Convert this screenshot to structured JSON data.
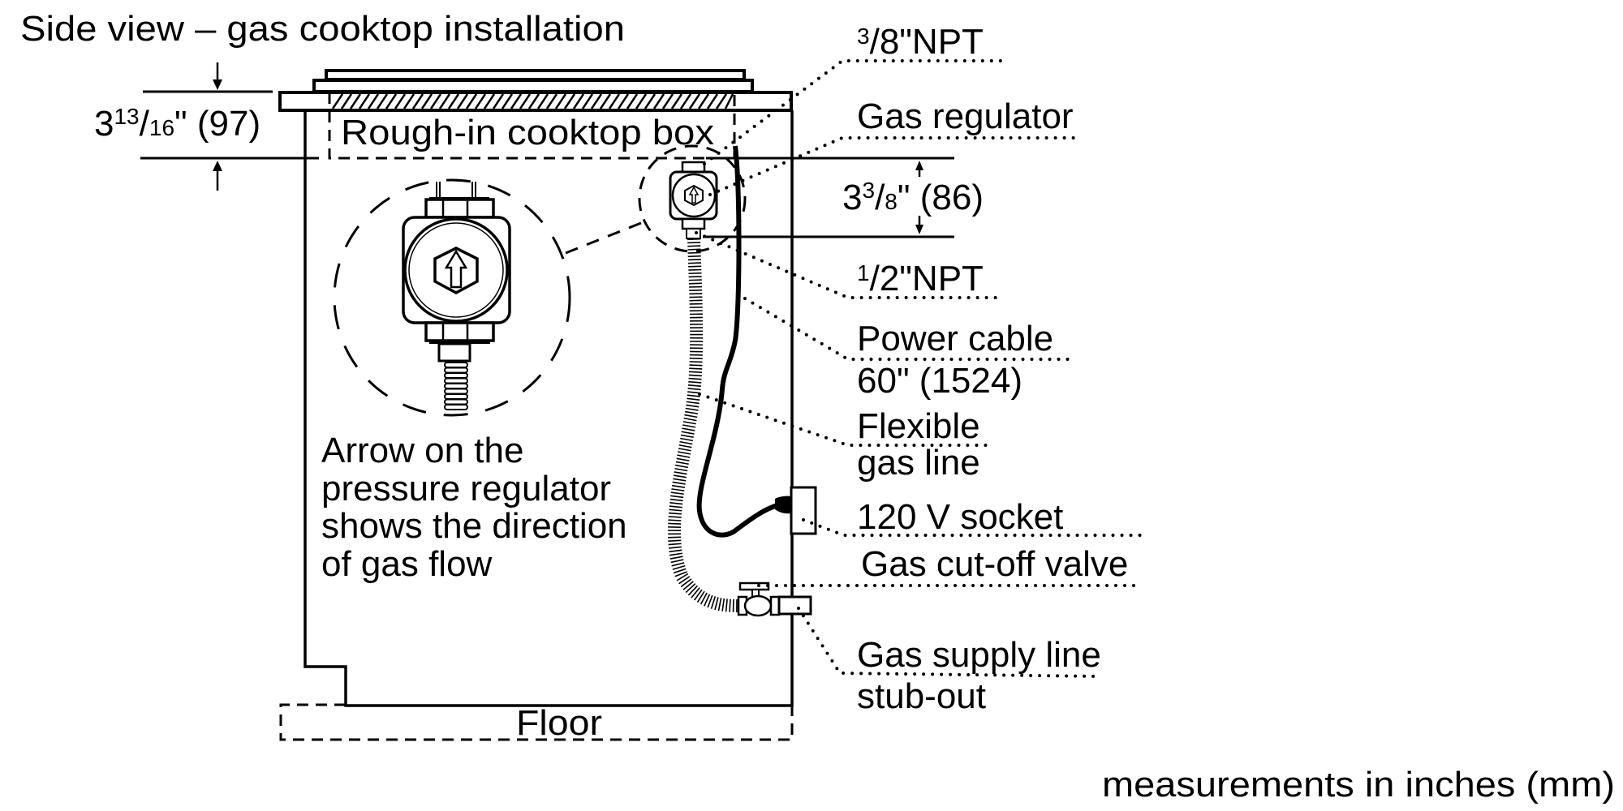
{
  "title": "Side view – gas cooktop installation",
  "footer_note": "measurements in inches (mm)",
  "dimensions": {
    "cutout_depth": {
      "whole": "3",
      "num": "13",
      "den": "16",
      "rest": "\" (97)"
    },
    "regulator_height": {
      "whole": "3",
      "num": "3",
      "den": "8",
      "rest": "\" (86)"
    }
  },
  "labels": {
    "rough_in_box": "Rough-in cooktop box",
    "npt_top": {
      "num": "3",
      "den": "8",
      "rest": "\"NPT"
    },
    "gas_regulator": "Gas regulator",
    "npt_bottom": {
      "num": "1",
      "den": "2",
      "rest": "\"NPT"
    },
    "power_cable": [
      "Power cable",
      "60\" (1524)"
    ],
    "flexible_gas_line": [
      "Flexible",
      "gas line"
    ],
    "socket": "120 V socket",
    "cutoff_valve": "Gas cut-off valve",
    "supply_stubout": [
      "Gas supply line",
      "stub-out"
    ],
    "floor": "Floor"
  },
  "note": [
    "Arrow on the",
    "pressure regulator",
    "shows the direction",
    "of gas flow"
  ]
}
